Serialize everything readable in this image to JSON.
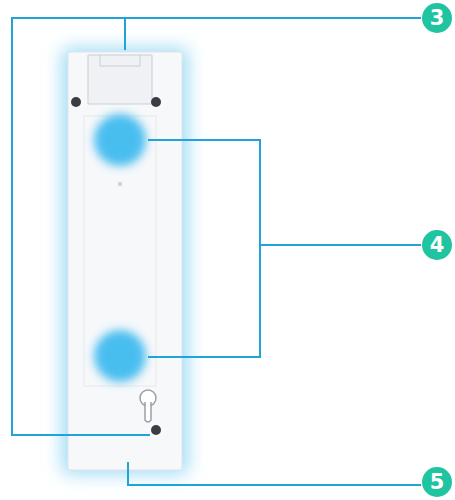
{
  "diagram": {
    "labels": [
      "3",
      "4",
      "5"
    ]
  }
}
